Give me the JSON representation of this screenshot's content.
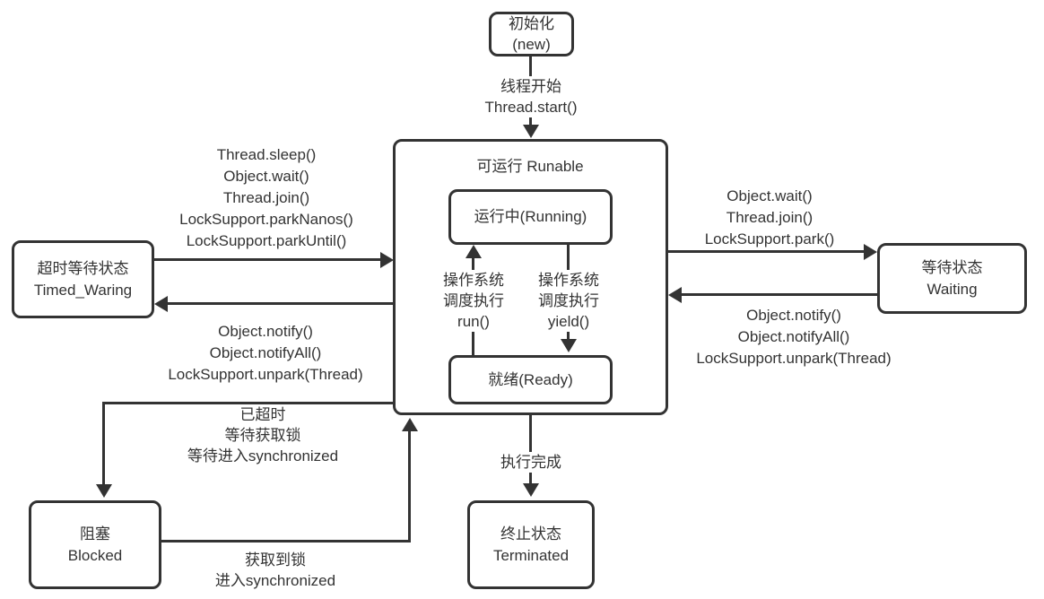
{
  "diagram": {
    "background_color": "#ffffff",
    "stroke_color": "#333333",
    "text_color": "#333333",
    "nodes": {
      "init": "初始化\n(new)",
      "runnable_title": "可运行 Runable",
      "running": "运行中(Running)",
      "ready": "就绪(Ready)",
      "timed_waiting": "超时等待状态\nTimed_Waring",
      "waiting": "等待状态\nWaiting",
      "blocked": "阻塞\nBlocked",
      "terminated": "终止状态\nTerminated"
    },
    "edges": {
      "start": "线程开始\nThread.start()",
      "left_arrow_top": "Thread.sleep()\nObject.wait()\nThread.join()\nLockSupport.parkNanos()\nLockSupport.parkUntil()",
      "left_arrow_bottom": "Object.notify()\nObject.notifyAll()\nLockSupport.unpark(Thread)",
      "right_arrow_top": "Object.wait()\nThread.join()\nLockSupport.park()",
      "right_arrow_bottom": "Object.notify()\nObject.notifyAll()\nLockSupport.unpark(Thread)",
      "ready_to_running": "操作系统\n调度执行\nrun()",
      "running_to_ready": "操作系统\n调度执行\nyield()",
      "runnable_to_blocked": "已超时\n等待获取锁\n等待进入synchronized",
      "blocked_to_runnable": "获取到锁\n进入synchronized",
      "runnable_to_terminated": "执行完成"
    }
  }
}
